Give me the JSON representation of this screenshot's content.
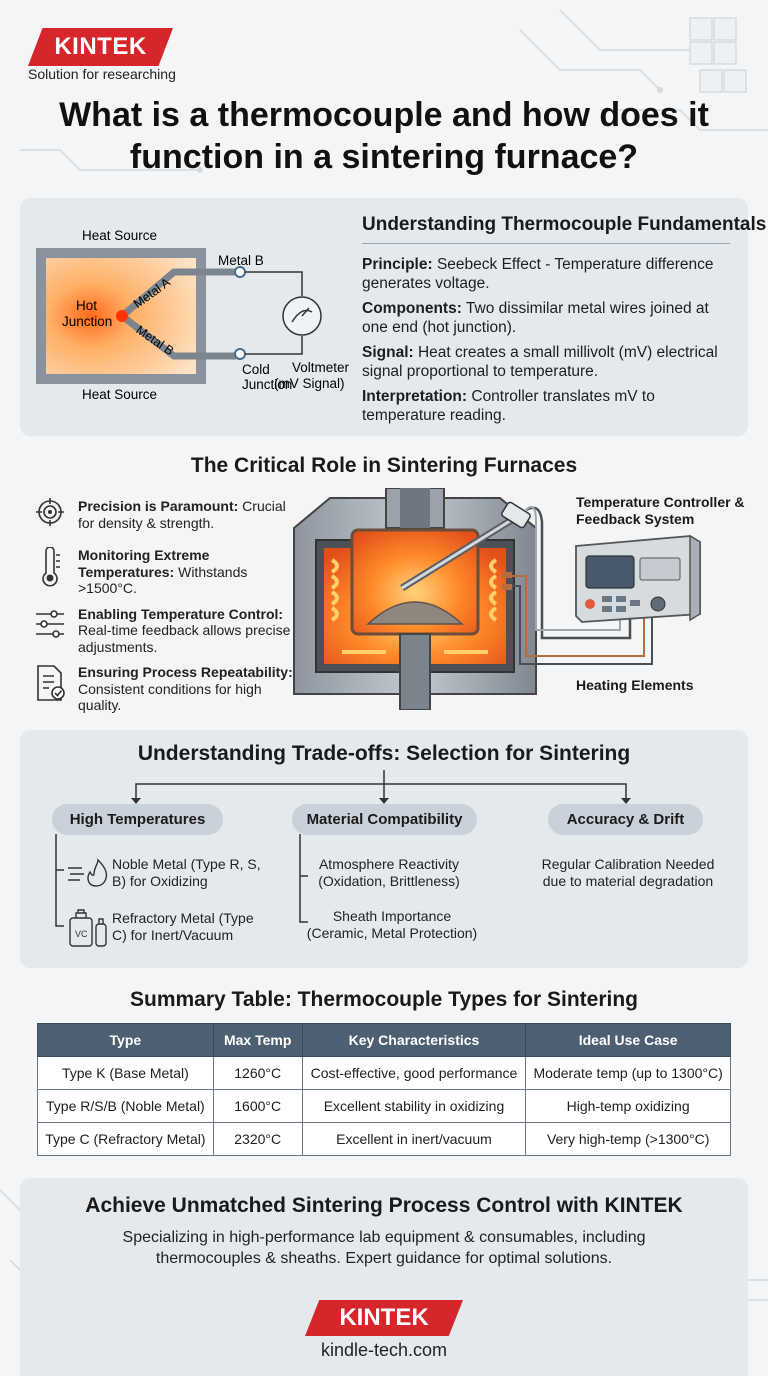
{
  "brand": {
    "name": "KINTEK",
    "tagline": "Solution for researching",
    "site": "kindle-tech.com"
  },
  "title": "What is a thermocouple and how does it function in a sintering furnace?",
  "section1": {
    "heading": "Understanding Thermocouple Fundamentals",
    "diagram": {
      "heat_source_top": "Heat Source",
      "heat_source_bottom": "Heat Source",
      "hot_junction": [
        "Hot",
        "Junction"
      ],
      "metal_a": "Metal A",
      "metal_b_label": "Metal B",
      "metal_b_wire": "Metal B",
      "cold_junction": [
        "Cold",
        "Junction"
      ],
      "voltmeter": [
        "Voltmeter",
        "(mV Signal)"
      ]
    },
    "items": [
      {
        "label": "Principle:",
        "text": " Seebeck Effect - Temperature difference generates voltage."
      },
      {
        "label": "Components:",
        "text": " Two dissimilar metal wires joined at one end (hot junction)."
      },
      {
        "label": "Signal:",
        "text": " Heat creates a small millivolt (mV) electrical signal proportional to temperature."
      },
      {
        "label": "Interpretation:",
        "text": " Controller translates mV to temperature reading."
      }
    ]
  },
  "section2": {
    "heading": "The Critical Role in Sintering Furnaces",
    "items": [
      {
        "icon": "target-icon",
        "label": "Precision is Paramount:",
        "text": " Crucial for density & strength."
      },
      {
        "icon": "thermometer-icon",
        "label": "Monitoring Extreme Temperatures:",
        "text": " Withstands >1500°C."
      },
      {
        "icon": "sliders-icon",
        "label": "Enabling Temperature Control:",
        "text": " Real-time feedback allows precise adjustments."
      },
      {
        "icon": "document-check-icon",
        "label": "Ensuring Process Repeatability:",
        "text": " Consistent conditions for high quality."
      }
    ],
    "controller_label": "Temperature Controller & Feedback System",
    "heating_label": "Heating Elements"
  },
  "section3": {
    "heading": "Understanding Trade-offs: Selection for Sintering",
    "categories": [
      "High Temperatures",
      "Material Compatibility",
      "Accuracy & Drift"
    ],
    "high_temp": [
      "Noble Metal (Type R, S, B) for Oxidizing",
      "Refractory Metal (Type C) for Inert/Vacuum"
    ],
    "material": [
      "Atmosphere Reactivity (Oxidation, Brittleness)",
      "Sheath Importance (Ceramic, Metal Protection)"
    ],
    "accuracy": [
      "Regular Calibration Needed due to material degradation"
    ],
    "cylinder_label": "VC"
  },
  "table": {
    "heading": "Summary Table: Thermocouple Types for Sintering",
    "headers": [
      "Type",
      "Max Temp",
      "Key Characteristics",
      "Ideal Use Case"
    ],
    "rows": [
      [
        "Type K (Base Metal)",
        "1260°C",
        "Cost-effective, good performance",
        "Moderate temp (up to 1300°C)"
      ],
      [
        "Type R/S/B (Noble Metal)",
        "1600°C",
        "Excellent stability in oxidizing",
        "High-temp oxidizing"
      ],
      [
        "Type C (Refractory Metal)",
        "2320°C",
        "Excellent in inert/vacuum",
        "Very high-temp (>1300°C)"
      ]
    ]
  },
  "footer": {
    "heading": "Achieve Unmatched Sintering Process Control with KINTEK",
    "text": "Specializing in high-performance lab equipment & consumables, including thermocouples & sheaths. Expert guidance for optimal solutions."
  },
  "colors": {
    "brand_red": "#d7262b",
    "panel": "#e4e9ee",
    "table_header": "#4d5f73",
    "pill": "#c9d2db"
  }
}
